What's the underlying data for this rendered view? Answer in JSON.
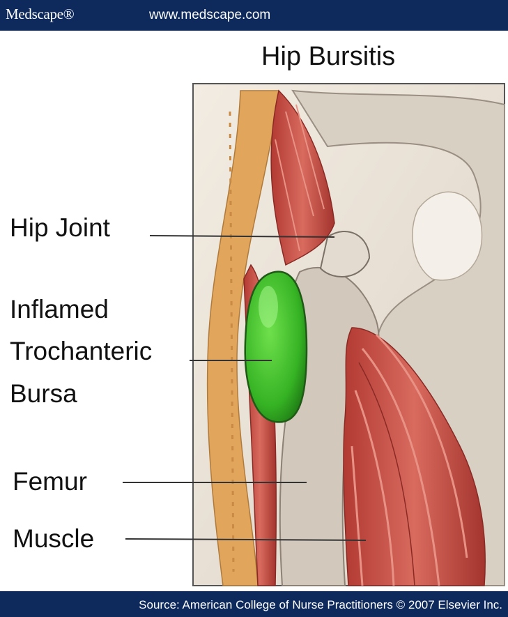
{
  "header": {
    "brand": "Medscape®",
    "url": "www.medscape.com"
  },
  "title": "Hip Bursitis",
  "labels": {
    "hip_joint": "Hip Joint",
    "bursa_line1": "Inflamed",
    "bursa_line2": "Trochanteric",
    "bursa_line3": "Bursa",
    "femur": "Femur",
    "muscle": "Muscle"
  },
  "footer": {
    "source": "Source: American College of Nurse Practitioners © 2007 Elsevier Inc."
  },
  "colors": {
    "bar": "#0e2a5c",
    "muscle": "#c0473f",
    "bursa": "#3cbf2a",
    "bone": "#d8cfc4",
    "fat": "#e2a860"
  }
}
